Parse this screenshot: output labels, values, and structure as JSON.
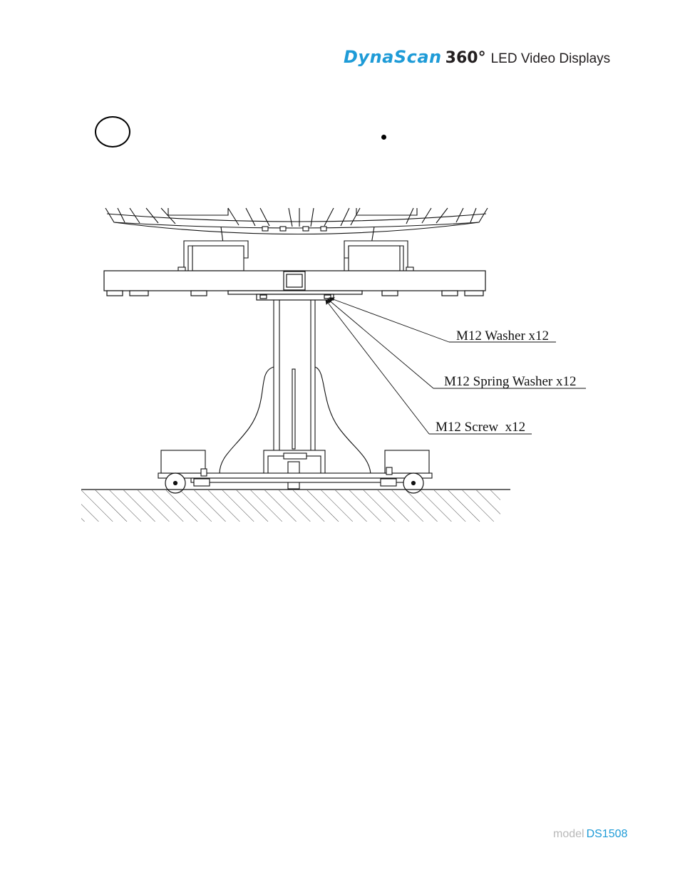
{
  "header": {
    "brand_name": "DynaScan",
    "brand_360": "360°",
    "tagline": "LED Video Displays"
  },
  "callouts": [
    "M12 Washer x12",
    "M12 Spring Washer x12",
    "M12 Screw  x12"
  ],
  "footer": {
    "model_word": "model",
    "model_code": "DS1508"
  }
}
